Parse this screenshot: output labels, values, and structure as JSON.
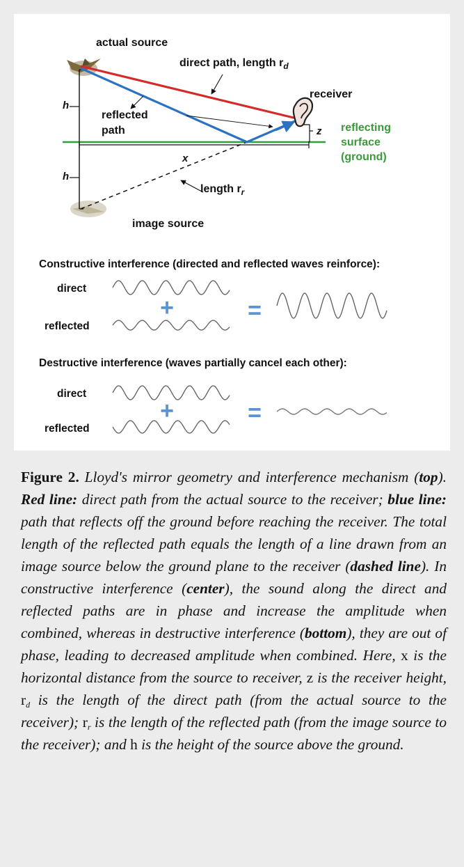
{
  "colors": {
    "direct_path": "#d42a2a",
    "reflected_path": "#2b73c2",
    "ground": "#2f9e3c",
    "ground_label": "#3a9a3a",
    "operator": "#5b93d3"
  },
  "diagram": {
    "actual_source": "actual source",
    "direct_path_label": "direct path, length r",
    "direct_sub": "d",
    "receiver": "receiver",
    "reflected_path_line1": "reflected",
    "reflected_path_line2": "path",
    "h_upper": "h",
    "h_lower": "h",
    "z": "z",
    "x": "x",
    "ground_line1": "reflecting",
    "ground_line2": "surface",
    "ground_line3": "(ground)",
    "reflected_length_label": "length r",
    "reflected_sub": "r",
    "image_source": "image source",
    "icons": [
      "bird-icon",
      "ear-icon",
      "image-bird-icon"
    ]
  },
  "constructive": {
    "title": "Constructive interference (directed and reflected waves reinforce):",
    "direct": "direct",
    "reflected": "reflected",
    "plus": "+",
    "equals": "="
  },
  "destructive": {
    "title": "Destructive interference (waves partially cancel each other):",
    "direct": "direct",
    "reflected": "reflected",
    "plus": "+",
    "equals": "="
  },
  "caption": {
    "label": "Figure 2.",
    "t1": " Lloyd's mirror geometry and interference mechanism (",
    "b_top": "top",
    "t2": "). ",
    "b_red": "Red line:",
    "t3": " direct path from the actual source to the receiver; ",
    "b_blue": "blue line:",
    "t4": " path that reflects off the ground before reaching the receiver. The total length of the reflected path equals the length of a line drawn from an image source below the ground plane to the receiver (",
    "b_dashed": "dashed line",
    "t5": "). In constructive interference (",
    "b_center": "center",
    "t6": "), the sound along the direct and reflected paths are in phase and increase the amplitude when combined, whereas in destructive interference (",
    "b_bottom": "bottom",
    "t7": "), they are out of phase, leading to decreased amplitude when combined. Here, ",
    "x_sym": "x",
    "t8": " is the horizontal distance from the source to receiver, ",
    "z_sym": "z",
    "t9": " is the receiver height, ",
    "rd_sym": "r",
    "rd_sub": "d",
    "t10": " is the length of the direct path (from the actual source to the receiver); ",
    "rr_sym": "r",
    "rr_sub": "r",
    "t11": " is the length of the reflected path (from the image source to the receiver); and ",
    "h_sym": "h",
    "t12": " is the height of the source above the ground."
  }
}
